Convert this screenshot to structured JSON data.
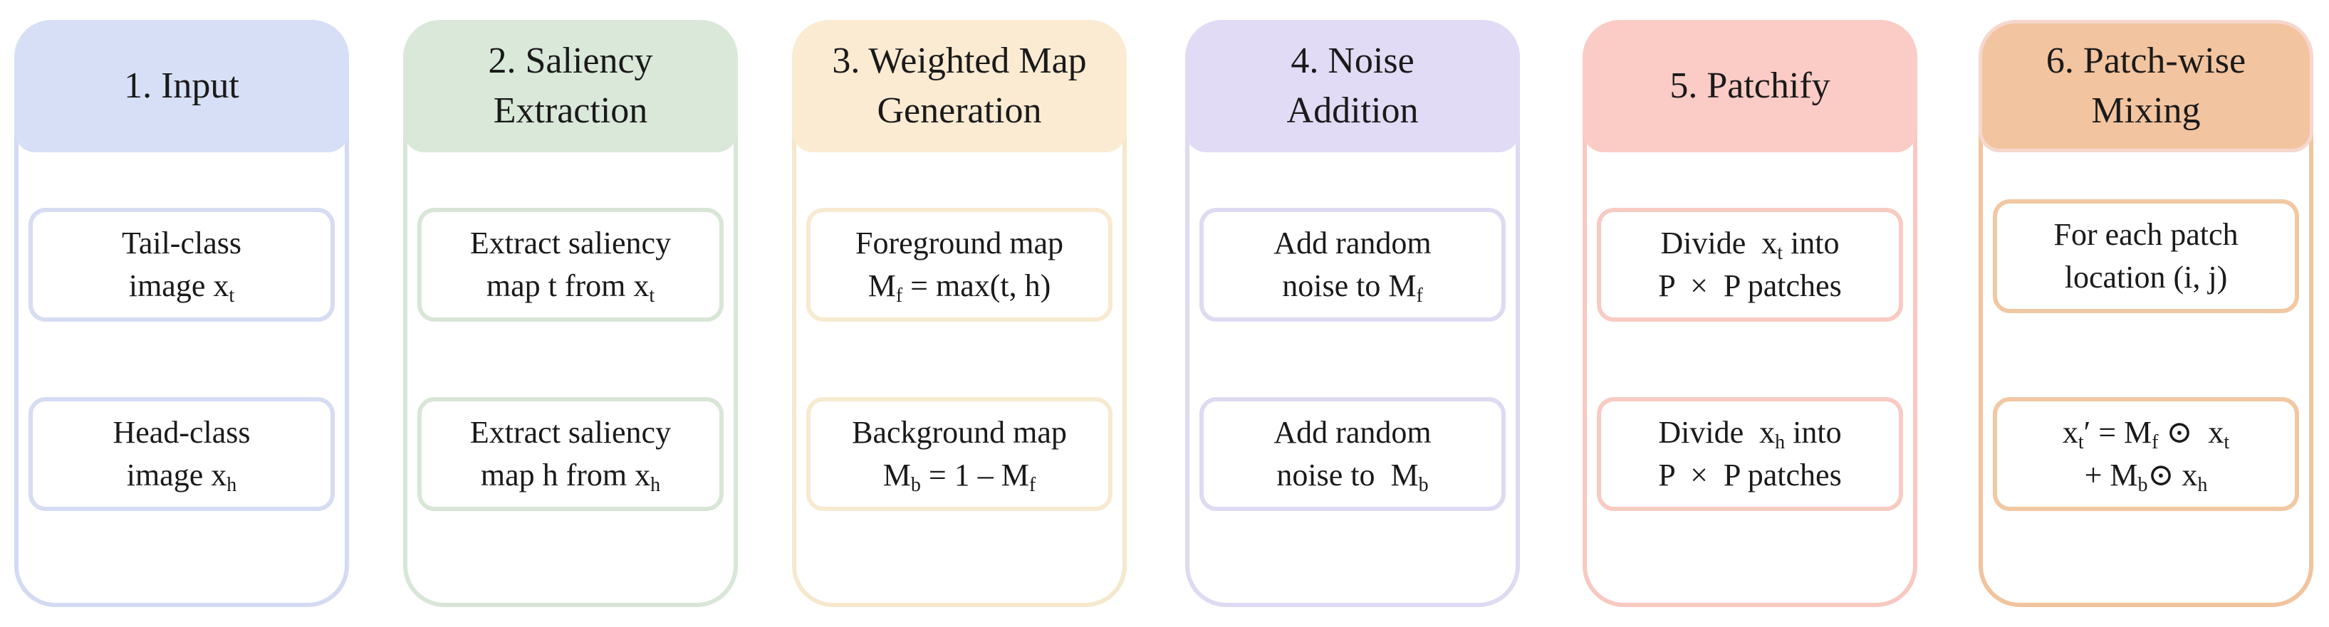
{
  "columns": [
    {
      "title": [
        "1. Input"
      ],
      "steps": [
        [
          [
            [
              "t",
              "Tail-class"
            ]
          ],
          [
            [
              "t",
              "image x"
            ],
            [
              "s",
              "t"
            ]
          ]
        ],
        [
          [
            [
              "t",
              "Head-class"
            ]
          ],
          [
            [
              "t",
              "image x"
            ],
            [
              "s",
              "h"
            ]
          ]
        ]
      ]
    },
    {
      "title": [
        "2. Saliency",
        "Extraction"
      ],
      "steps": [
        [
          [
            [
              "t",
              "Extract saliency"
            ]
          ],
          [
            [
              "t",
              "map t from x"
            ],
            [
              "s",
              "t"
            ]
          ]
        ],
        [
          [
            [
              "t",
              "Extract saliency"
            ]
          ],
          [
            [
              "t",
              "map h from x"
            ],
            [
              "s",
              "h"
            ]
          ]
        ]
      ]
    },
    {
      "title": [
        "3. Weighted Map",
        "Generation"
      ],
      "steps": [
        [
          [
            [
              "t",
              "Foreground map"
            ]
          ],
          [
            [
              "t",
              "M"
            ],
            [
              "s",
              "f"
            ],
            [
              "t",
              " = max(t, h)"
            ]
          ]
        ],
        [
          [
            [
              "t",
              "Background map"
            ]
          ],
          [
            [
              "t",
              "M"
            ],
            [
              "s",
              "b"
            ],
            [
              "t",
              " = 1 – M"
            ],
            [
              "s",
              "f"
            ]
          ]
        ]
      ]
    },
    {
      "title": [
        "4. Noise",
        "Addition"
      ],
      "steps": [
        [
          [
            [
              "t",
              "Add random"
            ]
          ],
          [
            [
              "t",
              "noise to M"
            ],
            [
              "s",
              "f"
            ]
          ]
        ],
        [
          [
            [
              "t",
              "Add random"
            ]
          ],
          [
            [
              "t",
              "noise to  M"
            ],
            [
              "s",
              "b"
            ]
          ]
        ]
      ]
    },
    {
      "title": [
        "5. Patchify"
      ],
      "steps": [
        [
          [
            [
              "t",
              "Divide  x"
            ],
            [
              "s",
              "t"
            ],
            [
              "t",
              " into"
            ]
          ],
          [
            [
              "t",
              "P  ×  P patches"
            ]
          ]
        ],
        [
          [
            [
              "t",
              "Divide  x"
            ],
            [
              "s",
              "h"
            ],
            [
              "t",
              " into"
            ]
          ],
          [
            [
              "t",
              "P  ×  P patches"
            ]
          ]
        ]
      ]
    },
    {
      "title": [
        "6. Patch-wise",
        "Mixing"
      ],
      "steps": [
        [
          [
            [
              "t",
              "For each patch"
            ]
          ],
          [
            [
              "t",
              "location (i, j)"
            ]
          ]
        ],
        [
          [
            [
              "t",
              "x"
            ],
            [
              "s",
              "t"
            ],
            [
              "t",
              "′ = M"
            ],
            [
              "s",
              "f"
            ],
            [
              "t",
              " ⊙  x"
            ],
            [
              "s",
              "t"
            ]
          ],
          [
            [
              "t",
              "+ M"
            ],
            [
              "s",
              "b"
            ],
            [
              "t",
              "⊙ x"
            ],
            [
              "s",
              "h"
            ]
          ]
        ]
      ]
    }
  ]
}
